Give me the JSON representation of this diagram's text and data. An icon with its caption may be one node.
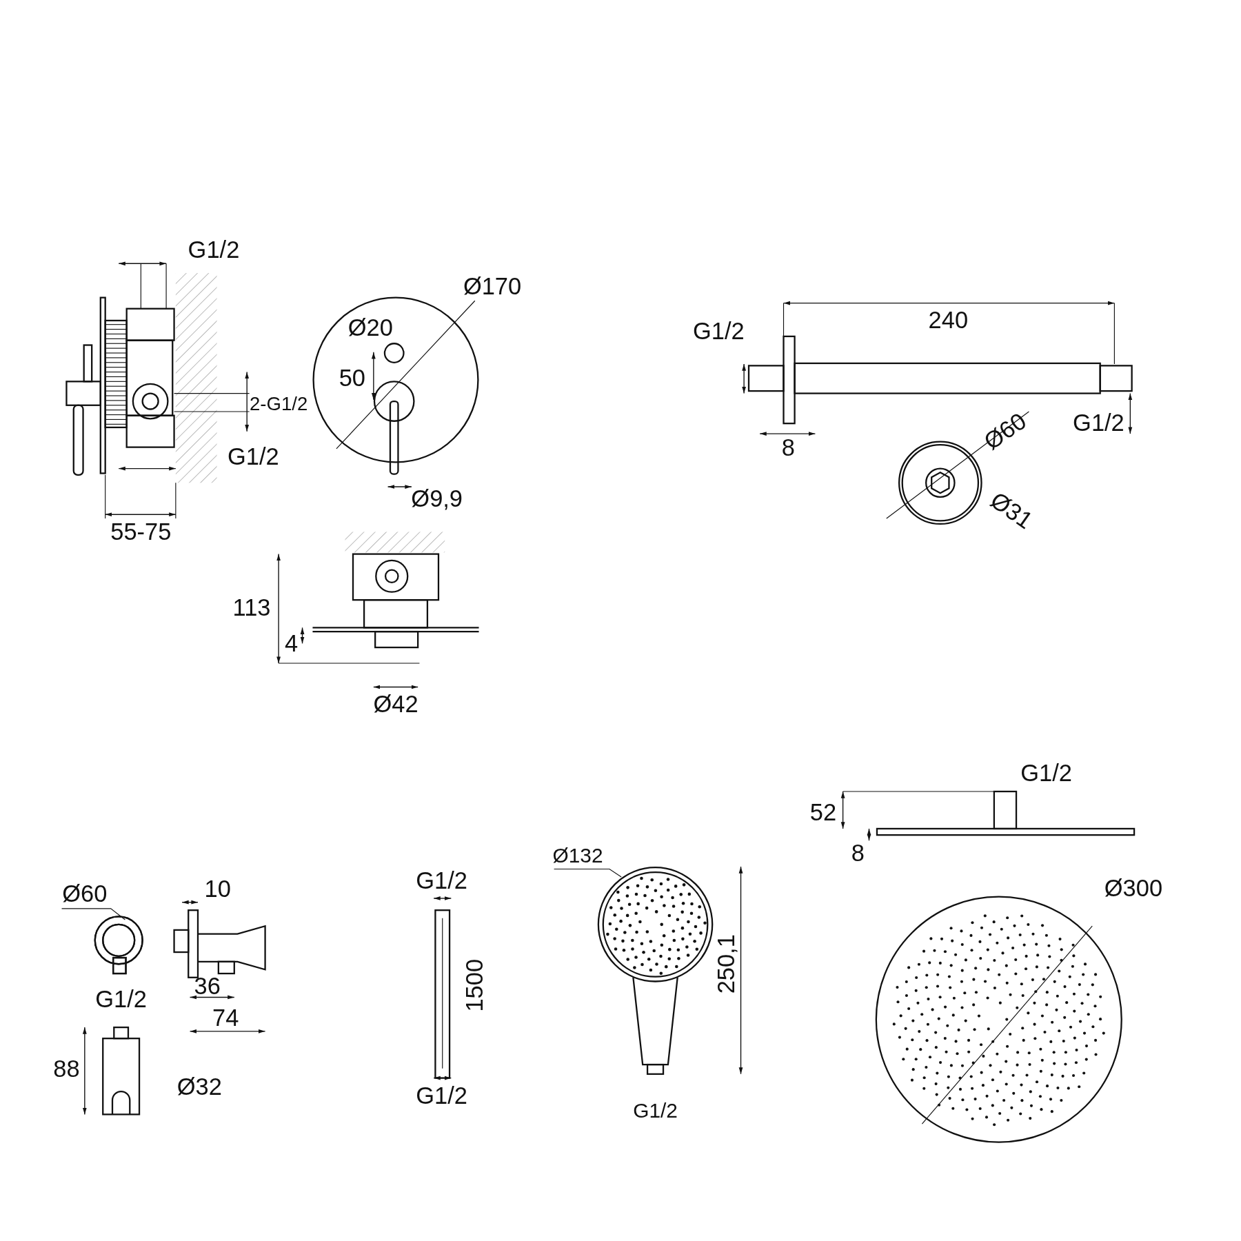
{
  "diagram": {
    "nodes": [
      {
        "text": [
          "Ø132"
        ]
      },
      {
        "text": [],
        "shape": "picture"
      },
      {
        "text": [
          "Ø60"
        ]
      },
      {
        "text": [],
        "shape": "picture"
      }
    ],
    "edges": [
      {
        "from": 0,
        "to": 1,
        "arrow": "none"
      },
      {
        "from": 2,
        "to": 3,
        "arrow": "none"
      }
    ],
    "labels": [
      "G1/2",
      "Ø170",
      "Ø20",
      "G1/2",
      "240",
      "50",
      "2-G1/2",
      "G1/2",
      "8",
      "Ø60",
      "G1/2",
      "Ø9,9",
      "Ø31",
      "55-75",
      "113",
      "4",
      "Ø42",
      "G1/2",
      "52",
      "8",
      "Ø300",
      "10",
      "G1/2",
      "36",
      "1500",
      "250,1",
      "G1/2",
      "74",
      "88",
      "Ø32",
      "G1/2",
      "G1/2"
    ]
  }
}
